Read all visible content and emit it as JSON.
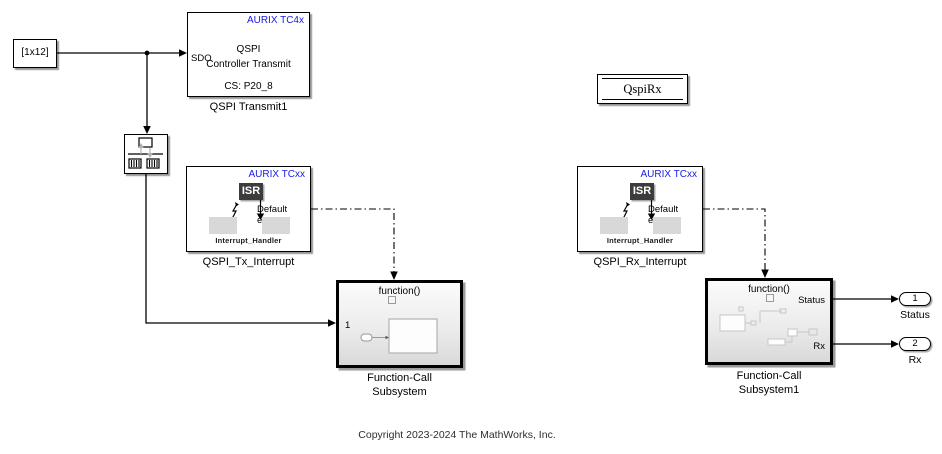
{
  "window": {
    "copyright": "Copyright 2023-2024 The MathWorks, Inc."
  },
  "colors": {
    "background": "#FFFFFF",
    "chip_label_blue": "#1A1AE0",
    "isr_badge_bg": "#3C3C3C",
    "isr_badge_text": "#FFFFFF",
    "event_square_gray": "#D8D8D8",
    "wire": "#000000"
  },
  "blocks": {
    "constant_1x12": {
      "label": "[1x12]"
    },
    "qspi_transmit1": {
      "chip_label": "AURIX TC4x",
      "title_line1": "QSPI",
      "title_line2": "Controller Transmit",
      "input_port_label": "SDO",
      "cs_label": "CS: P20_8",
      "caption": "QSPI Transmit1"
    },
    "qspi_tx_interrupt": {
      "chip_label": "AURIX TCxx",
      "isr_badge": "ISR",
      "event_port_label": "Default event",
      "handler_label": "Interrupt_Handler",
      "caption": "QSPI_Tx_Interrupt"
    },
    "qspi_rx_interrupt": {
      "chip_label": "AURIX TCxx",
      "isr_badge": "ISR",
      "event_port_label": "Default event",
      "handler_label": "Interrupt_Handler",
      "caption": "QSPI_Rx_Interrupt"
    },
    "data_store_qspirx": {
      "label": "QspiRx"
    },
    "function_call_subsystem": {
      "trigger_label": "function()",
      "input_port_label": "1",
      "caption_line1": "Function-Call",
      "caption_line2": "Subsystem"
    },
    "function_call_subsystem1": {
      "trigger_label": "function()",
      "output_port_status": "Status",
      "output_port_rx": "Rx",
      "caption_line1": "Function-Call",
      "caption_line2": "Subsystem1"
    },
    "outport_status": {
      "number": "1",
      "caption": "Status"
    },
    "outport_rx": {
      "number": "2",
      "caption": "Rx"
    }
  }
}
